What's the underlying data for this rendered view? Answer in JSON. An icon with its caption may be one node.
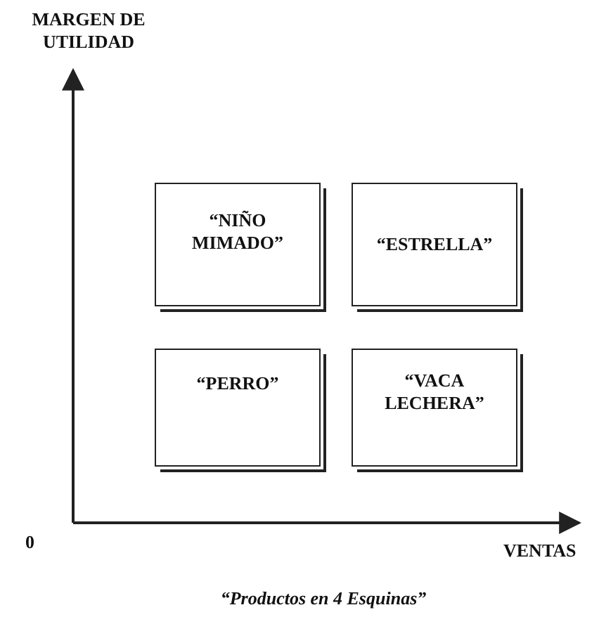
{
  "diagram": {
    "caption": "“Productos en 4 Esquinas”",
    "nodes": [
      {
        "text": [
          "“NIÑO MIMADO”"
        ]
      },
      {
        "text": [
          "“ESTRELLA”"
        ]
      },
      {
        "text": [
          "“PERRO”"
        ]
      },
      {
        "text": [
          "“VACA LECHERA”"
        ]
      }
    ],
    "labels": [
      "MARGEN DE UTILIDAD",
      "0",
      "VENTAS"
    ]
  }
}
